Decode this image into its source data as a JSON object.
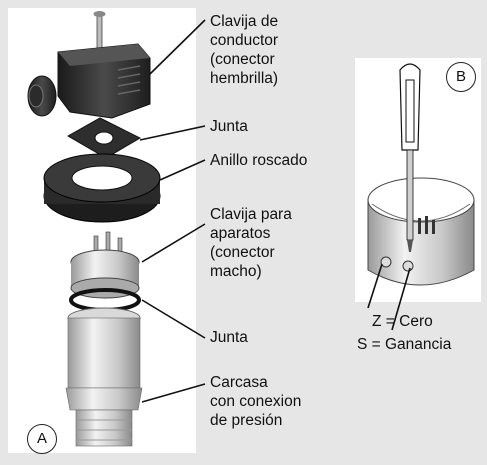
{
  "labels": {
    "plug": "Clavija de\nconductor\n(conector\nhembrilla)",
    "gasket_top": "Junta",
    "threaded_ring": "Anillo roscado",
    "device_plug": "Clavija para\naparatos\n(conector\nmacho)",
    "gasket_bottom": "Junta",
    "housing": "Carcasa\ncon conexion\nde presión",
    "zero": "Z = Cero",
    "gain": "S = Ganancia"
  },
  "markers": {
    "a": "A",
    "b": "B"
  },
  "colors": {
    "background": "#e6e6e6",
    "panel": "#ffffff",
    "component_dark": "#2a2a2a",
    "component_light": "#d0d0d0"
  }
}
